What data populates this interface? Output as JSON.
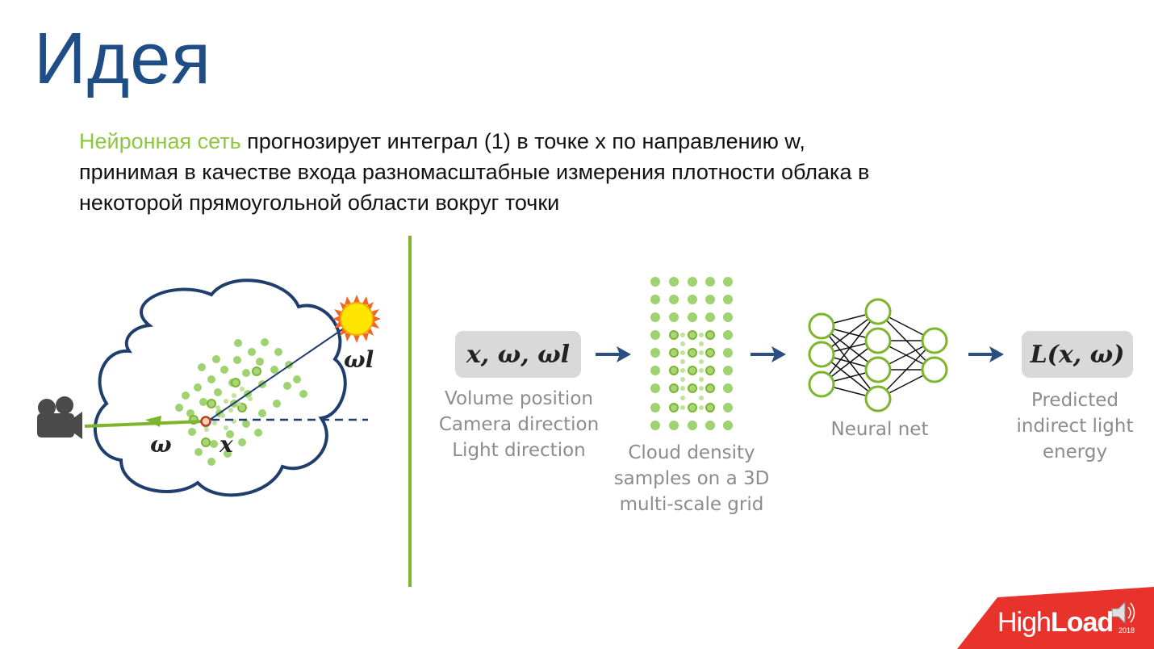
{
  "slide": {
    "title": "Идея",
    "paragraph": {
      "highlight": "Нейронная сеть",
      "rest_line1": " прогнозирует интеграл (1) в точке x по направлению w,",
      "line2": "принимая в качестве входа разномасштабные измерения плотности облака в",
      "line3": "некоторой прямоугольной области вокруг точки"
    }
  },
  "left_diagram": {
    "label_light": "ωl",
    "label_omega": "ω",
    "label_x": "x",
    "icons": [
      "camera-icon",
      "sun-icon",
      "cloud-icon"
    ]
  },
  "pipeline": {
    "input_box": "x, ω, ωl",
    "input_caption": [
      "Volume position",
      "Camera direction",
      "Light direction"
    ],
    "grid_caption": [
      "Cloud density",
      "samples on a 3D",
      "multi-scale grid"
    ],
    "nn_caption": "Neural net",
    "output_box": "L(x, ω)",
    "output_caption": [
      "Predicted",
      "indirect light",
      "energy"
    ]
  },
  "logo": {
    "text_light": "High",
    "text_bold": "Load",
    "year": "2018"
  },
  "colors": {
    "title": "#1f4e87",
    "accent_green": "#8dc63f",
    "divider": "#7db52d",
    "cloud_outline": "#1f3e6e",
    "arrow": "#2b4f80",
    "logo_red": "#e8322c",
    "caption_gray": "#8c8c8c"
  }
}
